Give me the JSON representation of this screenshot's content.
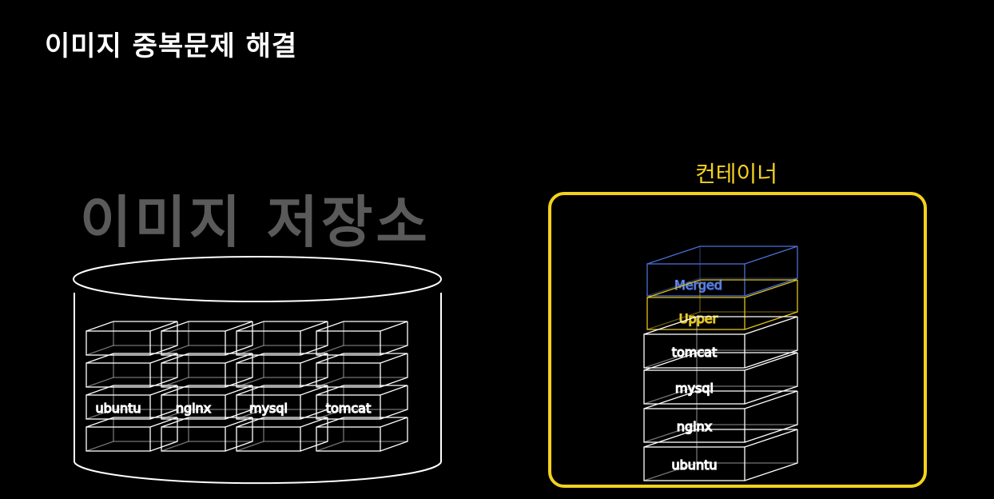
{
  "page": {
    "title": "이미지 중복문제 해결"
  },
  "image_store": {
    "title": "이미지 저장소",
    "labeled_row": [
      "ubuntu",
      "nginx",
      "mysql",
      "tomcat"
    ]
  },
  "container": {
    "label": "컨테이너",
    "layers": [
      {
        "label": "Merged",
        "color": "#4a6fd8"
      },
      {
        "label": "Upper",
        "color": "#e2c21a"
      },
      {
        "label": "tomcat",
        "color": "#ffffff"
      },
      {
        "label": "mysql",
        "color": "#ffffff"
      },
      {
        "label": "nginx",
        "color": "#ffffff"
      },
      {
        "label": "ubuntu",
        "color": "#ffffff"
      }
    ]
  },
  "colors": {
    "accent": "#f4d21c",
    "merged": "#4a6fd8",
    "upper": "#e2c21a",
    "storage_title": "#5a5a5a"
  }
}
